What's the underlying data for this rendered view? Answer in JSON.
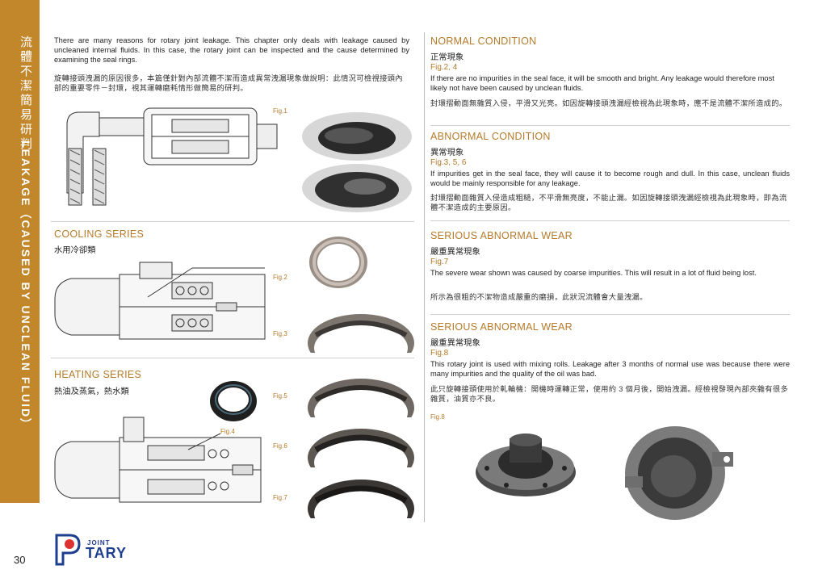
{
  "sidebar": {
    "title_zh": "流體不潔簡易研判",
    "title_en": "LEAKAGE（CAUSED BY UNCLEAN FLUID）",
    "page_number": "30"
  },
  "intro": {
    "en": "There are many reasons for rotary joint leakage. This chapter only deals with leakage caused by uncleaned internal fluids. In this case, the rotary joint can be inspected and the cause determined by examining the seal rings.",
    "zh": "旋轉接頭洩漏的原因很多，本篇僅針對內部流體不潔而造成異常洩漏現象做說明：此情況可檢視接頭內部的重要零件－封環，視其運轉磨耗情形做簡易的研判。"
  },
  "left": {
    "cooling": {
      "title": "COOLING SERIES",
      "zh": "水用冷卻類"
    },
    "heating": {
      "title": "HEATING SERIES",
      "zh": "熱油及蒸氣，熱水類"
    }
  },
  "fig_labels": {
    "fig1": "Fig.1",
    "fig2": "Fig.2",
    "fig3": "Fig.3",
    "fig4": "Fig.4",
    "fig5": "Fig.5",
    "fig6": "Fig.6",
    "fig7": "Fig.7",
    "fig8": "Fig.8"
  },
  "sections": [
    {
      "title": "NORMAL CONDITION",
      "zh_title": "正常現象",
      "figs": "Fig.2, 4",
      "en": "If there are no impurities in the seal face, it will be smooth and bright. Any leakage would therefore most likely not have been caused by unclean fluids.",
      "zh": "封環摺動面無雜質入侵，平滑又光亮。如因旋轉接頭洩漏經檢視為此現象時，應不是流體不潔所造成的。"
    },
    {
      "title": "ABNORMAL CONDITION",
      "zh_title": "異常現象",
      "figs": "Fig.3, 5, 6",
      "en": "If impurities get in the seal face, they will cause it to become rough and dull. In this case, unclean fluids would be mainly responsible for any leakage.",
      "zh": "封環摺動面雜質入侵造成粗糙，不平滑無亮度，不能止漏。如因旋轉接頭洩漏經檢視為此現象時，即為流體不潔造成的主要原因。"
    },
    {
      "title": "SERIOUS ABNORMAL WEAR",
      "zh_title": "嚴重異常現象",
      "figs": "Fig.7",
      "en": "The severe wear shown was caused by coarse impurities. This will result in a lot of fluid being lost.",
      "zh": "所示為很粗的不潔物造成嚴重的磨損，此狀況流體會大量洩漏。"
    },
    {
      "title": "SERIOUS ABNORMAL WEAR",
      "zh_title": "嚴重異常現象",
      "figs": "Fig.8",
      "en": "This rotary joint is used with mixing rolls. Leakage after 3 months of normal use was because there were many impurities and the quality of the oil was bad.",
      "zh": "此只旋轉接頭使用於軋輪機：開機時運轉正常，使用約 3 個月後，開始洩漏。經檢視發現內部夾雜有很多雜質，油質亦不良。"
    }
  ],
  "logo": {
    "joint": "JOINT",
    "tary": "TARY"
  },
  "colors": {
    "accent": "#c3872b",
    "heading": "#b57a2a",
    "logo": "#1e3f8f"
  }
}
